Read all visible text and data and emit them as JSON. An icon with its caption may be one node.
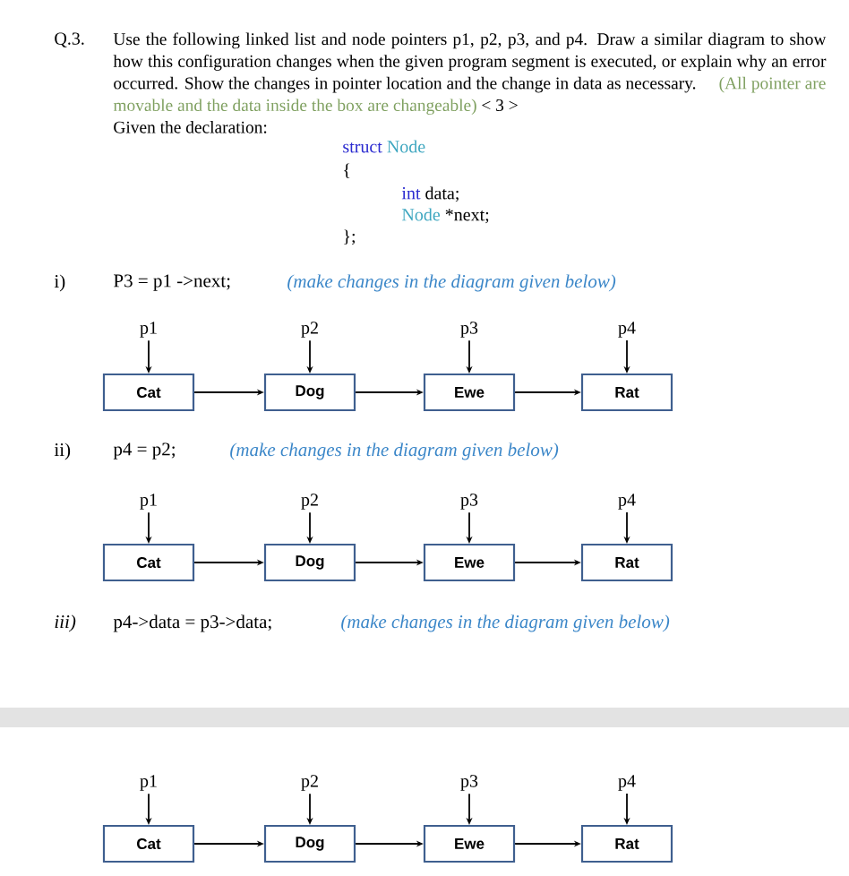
{
  "diagram": {
    "nodes": [
      {
        "text": [
          "p1"
        ]
      },
      {
        "text": [
          "p2"
        ]
      },
      {
        "text": [
          "p3"
        ]
      },
      {
        "text": [
          "p4"
        ]
      },
      {
        "text": [
          "Cat"
        ]
      },
      {
        "text": [
          "Dog"
        ]
      },
      {
        "text": [
          "Ewe"
        ]
      },
      {
        "text": [
          "Rat"
        ]
      },
      {
        "text": [
          "p1"
        ]
      },
      {
        "text": [
          "p2"
        ]
      },
      {
        "text": [
          "p3"
        ]
      },
      {
        "text": [
          "p4"
        ]
      },
      {
        "text": [
          "Cat"
        ]
      },
      {
        "text": [
          "Dog"
        ]
      },
      {
        "text": [
          "Ewe"
        ]
      },
      {
        "text": [
          "Rat"
        ]
      },
      {
        "text": [
          "p1"
        ]
      },
      {
        "text": [
          "p2"
        ]
      },
      {
        "text": [
          "p3"
        ]
      },
      {
        "text": [
          "p4"
        ]
      },
      {
        "text": [
          "Cat"
        ]
      },
      {
        "text": [
          "Dog"
        ]
      },
      {
        "text": [
          "Ewe"
        ]
      },
      {
        "text": [
          "Rat"
        ]
      }
    ],
    "edges": [
      {
        "from": 0,
        "to": 4,
        "arrow": "to"
      },
      {
        "from": 1,
        "to": 5,
        "arrow": "to"
      },
      {
        "from": 2,
        "to": 6,
        "arrow": "to"
      },
      {
        "from": 3,
        "to": 7,
        "arrow": "to"
      },
      {
        "from": 4,
        "to": 5,
        "arrow": "to"
      },
      {
        "from": 5,
        "to": 6,
        "arrow": "to"
      },
      {
        "from": 6,
        "to": 7,
        "arrow": "to"
      },
      {
        "from": 8,
        "to": 12,
        "arrow": "to"
      },
      {
        "from": 9,
        "to": 13,
        "arrow": "to"
      },
      {
        "from": 10,
        "to": 14,
        "arrow": "to"
      },
      {
        "from": 11,
        "to": 15,
        "arrow": "to"
      },
      {
        "from": 12,
        "to": 13,
        "arrow": "to"
      },
      {
        "from": 13,
        "to": 14,
        "arrow": "to"
      },
      {
        "from": 14,
        "to": 15,
        "arrow": "to"
      },
      {
        "from": 16,
        "to": 20,
        "arrow": "to"
      },
      {
        "from": 17,
        "to": 21,
        "arrow": "to"
      },
      {
        "from": 18,
        "to": 22,
        "arrow": "to"
      },
      {
        "from": 19,
        "to": 23,
        "arrow": "to"
      },
      {
        "from": 20,
        "to": 21,
        "arrow": "to"
      },
      {
        "from": 21,
        "to": 22,
        "arrow": "to"
      },
      {
        "from": 22,
        "to": 23,
        "arrow": "to"
      }
    ],
    "labels": [
      "Q.3.",
      "Use the following linked list and node pointers p1, p2, p3, and p4. Draw a similar diagram to show how this configuration changes when the given program segment is executed, or explain why an error occurred. Show the changes in pointer location and the change in data as necessary.",
      "(All pointer are movable and the data inside the box are changeable)",
      "< 3 >",
      "Given the declaration:",
      "struct",
      "Node",
      "{",
      "int",
      "data;",
      "Node",
      "*next;",
      "};",
      "i)",
      "P3 = p1 ->next;",
      "(make changes in the diagram given below)",
      "ii)",
      "p4 = p2;",
      "(make changes in the diagram given below)",
      "iii)",
      "p4->data = p3->data;",
      "(make changes in the diagram given below)"
    ]
  }
}
